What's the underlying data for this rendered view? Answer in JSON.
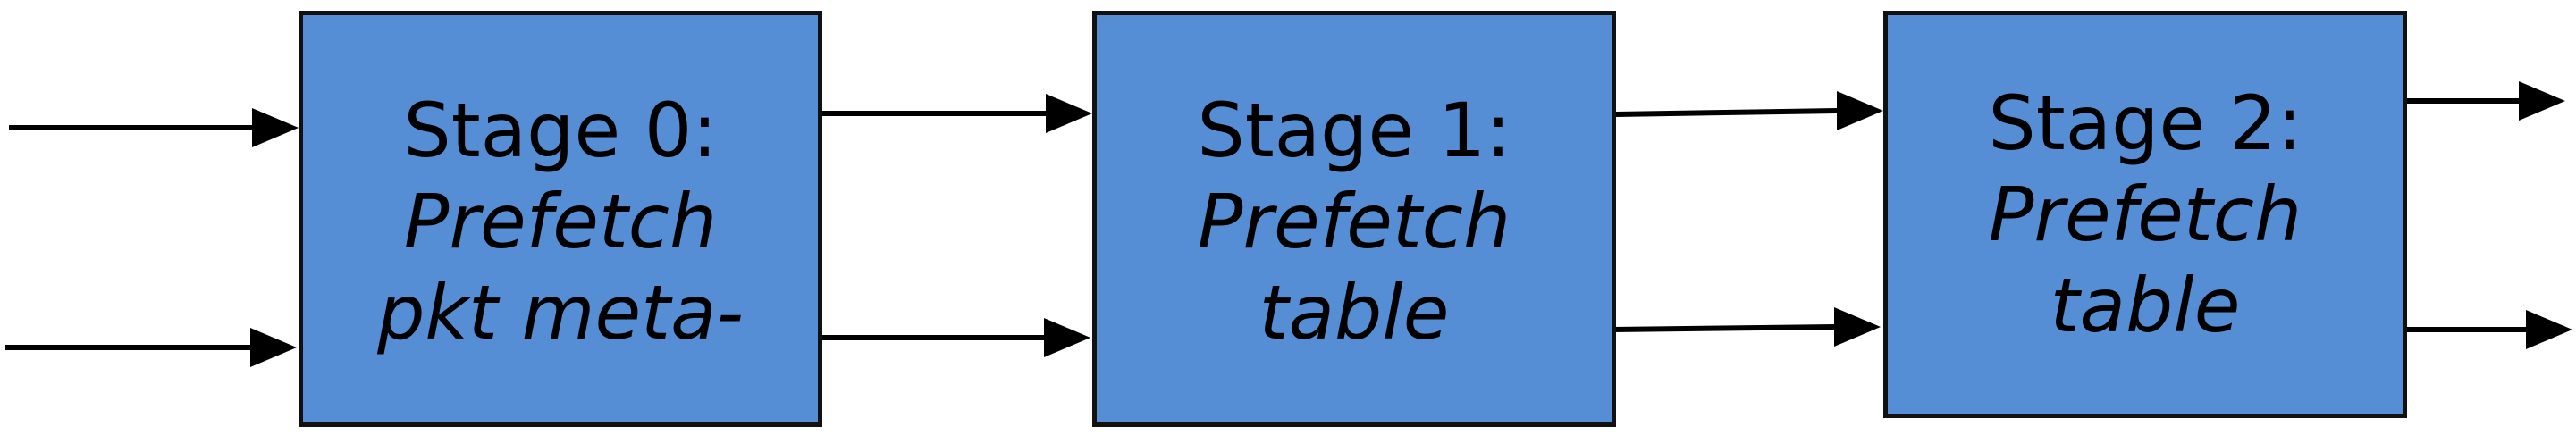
{
  "diagram": {
    "stages": [
      {
        "title": "Stage 0:",
        "lines": [
          "Prefetch",
          "pkt meta-"
        ]
      },
      {
        "title": "Stage 1:",
        "lines": [
          "Prefetch",
          "table"
        ]
      },
      {
        "title": "Stage 2:",
        "lines": [
          "Prefetch",
          "table"
        ]
      }
    ],
    "colors": {
      "stage_fill": "#558ed5",
      "stage_border": "#111111",
      "arrow": "#000000"
    },
    "icons": [
      "arrow-right-icon"
    ]
  }
}
